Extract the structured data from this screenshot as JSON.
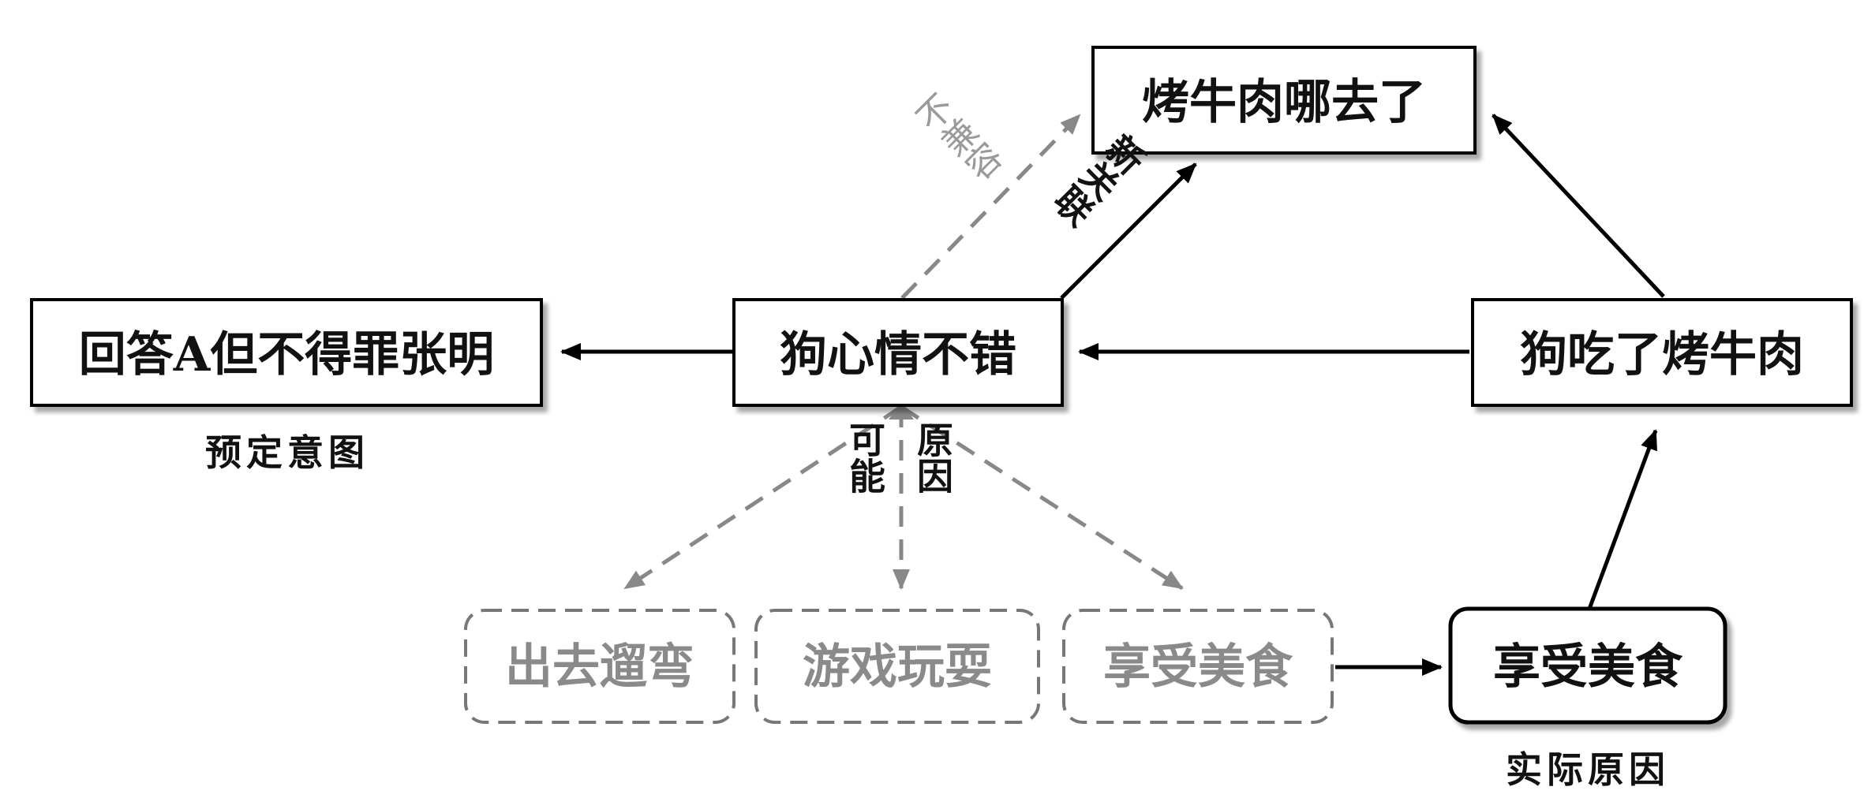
{
  "nodes": {
    "roast_beef_where": "烤牛肉哪去了",
    "answer_a": "回答A但不得罪张明",
    "dog_good_mood": "狗心情不错",
    "dog_ate_beef": "狗吃了烤牛肉",
    "go_out_walk": "出去遛弯",
    "play_games": "游戏玩耍",
    "enjoy_food_candidate": "享受美食",
    "enjoy_food_actual": "享受美食"
  },
  "captions": {
    "intended_intent": "预定意图",
    "actual_cause": "实际原因"
  },
  "edge_labels": {
    "new_association": "新关联",
    "incompatible": "不兼容",
    "possible": "可能",
    "cause": "原因"
  },
  "colors": {
    "solid_line": "#000000",
    "dashed_line": "#888888",
    "faded_text": "#8a8a8a"
  }
}
